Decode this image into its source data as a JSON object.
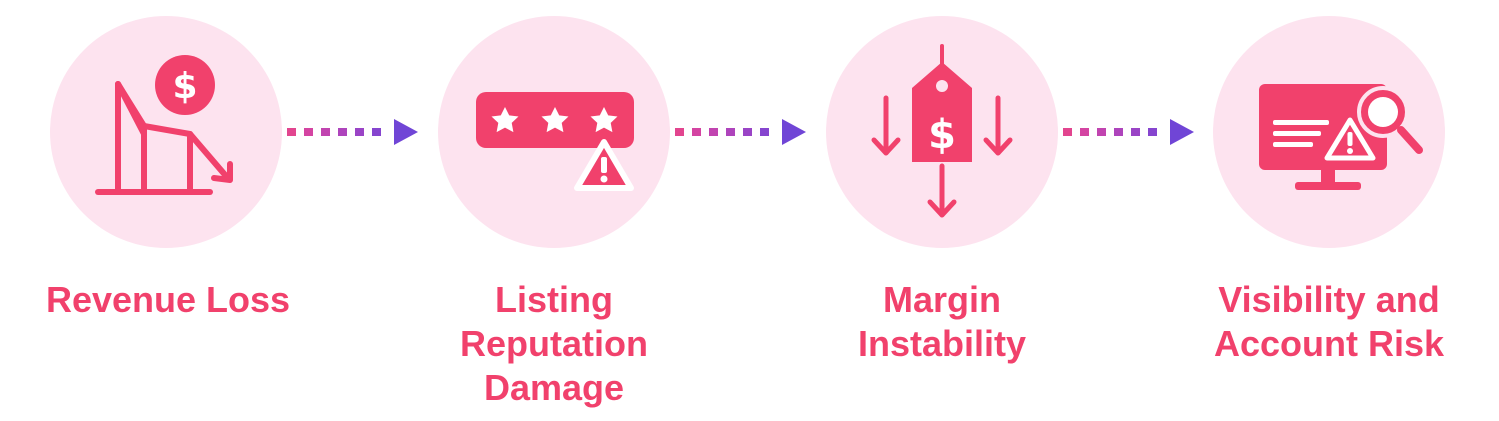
{
  "colors": {
    "accent": "#f1416c",
    "circle_fill": "#fde3ef",
    "arrow_start": "#e2458f",
    "arrow_end": "#7045d6"
  },
  "steps": [
    {
      "icon": "revenue-decline-icon",
      "label_lines": [
        "Revenue Loss"
      ]
    },
    {
      "icon": "star-rating-warning-icon",
      "label_lines": [
        "Listing",
        "Reputation",
        "Damage"
      ]
    },
    {
      "icon": "price-tag-drop-icon",
      "label_lines": [
        "Margin",
        "Instability"
      ]
    },
    {
      "icon": "monitor-search-warning-icon",
      "label_lines": [
        "Visibility and",
        "Account Risk"
      ]
    }
  ]
}
